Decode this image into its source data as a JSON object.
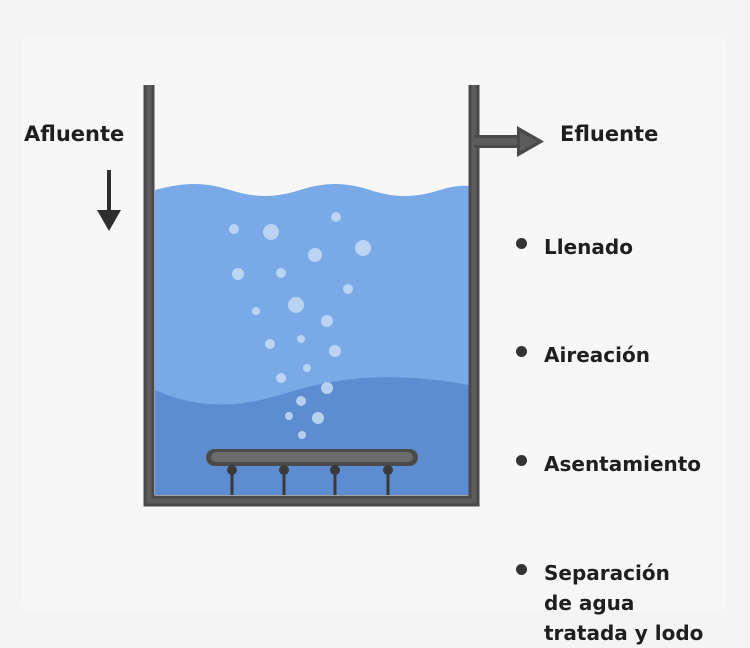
{
  "labels": {
    "inflow": "Afluente",
    "outflow": "Efluente"
  },
  "steps": [
    {
      "label": "Llenado"
    },
    {
      "label": "Aireación"
    },
    {
      "label": "Asentamiento"
    },
    {
      "label": "Separación\nde agua\ntratada y lodo"
    }
  ],
  "colors": {
    "background": "#f4f4f5",
    "tank_wall": "#4a4a4a",
    "water_light": "#79a9e6",
    "water_dark": "#5e8cd0",
    "bubble": "#c7dcf6",
    "diffuser": "#4a4a4a",
    "text": "#1f1f1f"
  },
  "icons": {
    "inflow_arrow": "arrow-down-icon",
    "outflow_arrow": "arrow-right-icon",
    "aerator": "diffuser-bar-icon"
  }
}
